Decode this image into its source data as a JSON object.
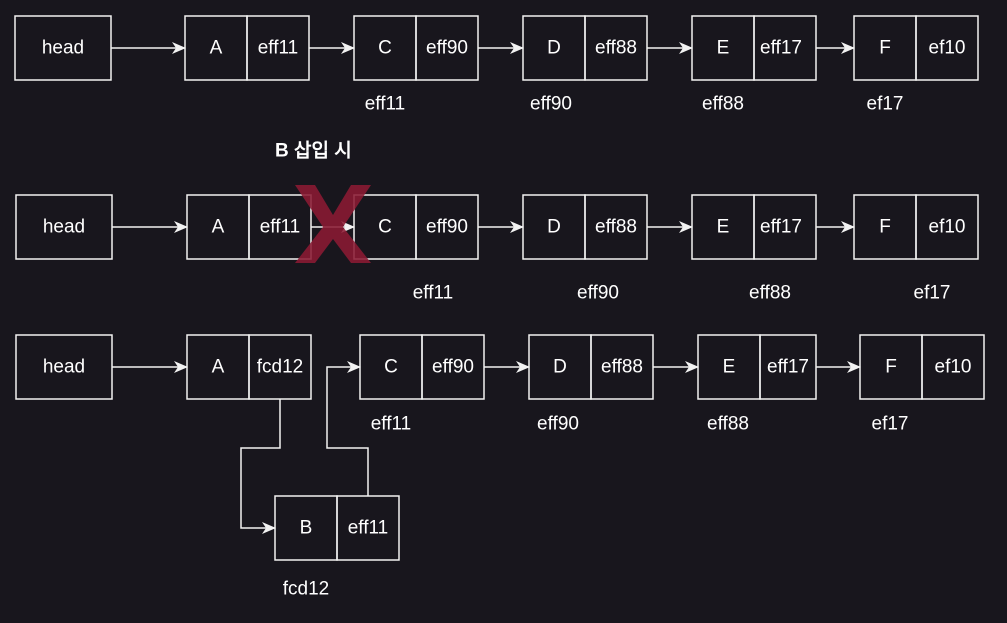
{
  "section_title": "B 삽입 시",
  "colors": {
    "background": "#18161d",
    "stroke": "#f2f2f2",
    "cross": "#8b1a33"
  },
  "rows": [
    {
      "head": "head",
      "nodes": [
        {
          "value": "A",
          "next": "eff11",
          "address": ""
        },
        {
          "value": "C",
          "next": "eff90",
          "address": "eff11"
        },
        {
          "value": "D",
          "next": "eff88",
          "address": "eff90"
        },
        {
          "value": "E",
          "next": "eff17",
          "address": "eff88"
        },
        {
          "value": "F",
          "next": "ef10",
          "address": "ef17"
        }
      ]
    },
    {
      "head": "head",
      "nodes": [
        {
          "value": "A",
          "next": "eff11",
          "address": ""
        },
        {
          "value": "C",
          "next": "eff90",
          "address": "eff11"
        },
        {
          "value": "D",
          "next": "eff88",
          "address": "eff90"
        },
        {
          "value": "E",
          "next": "eff17",
          "address": "eff88"
        },
        {
          "value": "F",
          "next": "ef10",
          "address": "ef17"
        }
      ],
      "removed_link": "A-to-C"
    },
    {
      "head": "head",
      "nodes": [
        {
          "value": "A",
          "next": "fcd12",
          "address": ""
        },
        {
          "value": "C",
          "next": "eff90",
          "address": "eff11"
        },
        {
          "value": "D",
          "next": "eff88",
          "address": "eff90"
        },
        {
          "value": "E",
          "next": "eff17",
          "address": "eff88"
        },
        {
          "value": "F",
          "next": "ef10",
          "address": "ef17"
        }
      ],
      "inserted": {
        "value": "B",
        "next": "eff11",
        "address": "fcd12"
      }
    }
  ]
}
